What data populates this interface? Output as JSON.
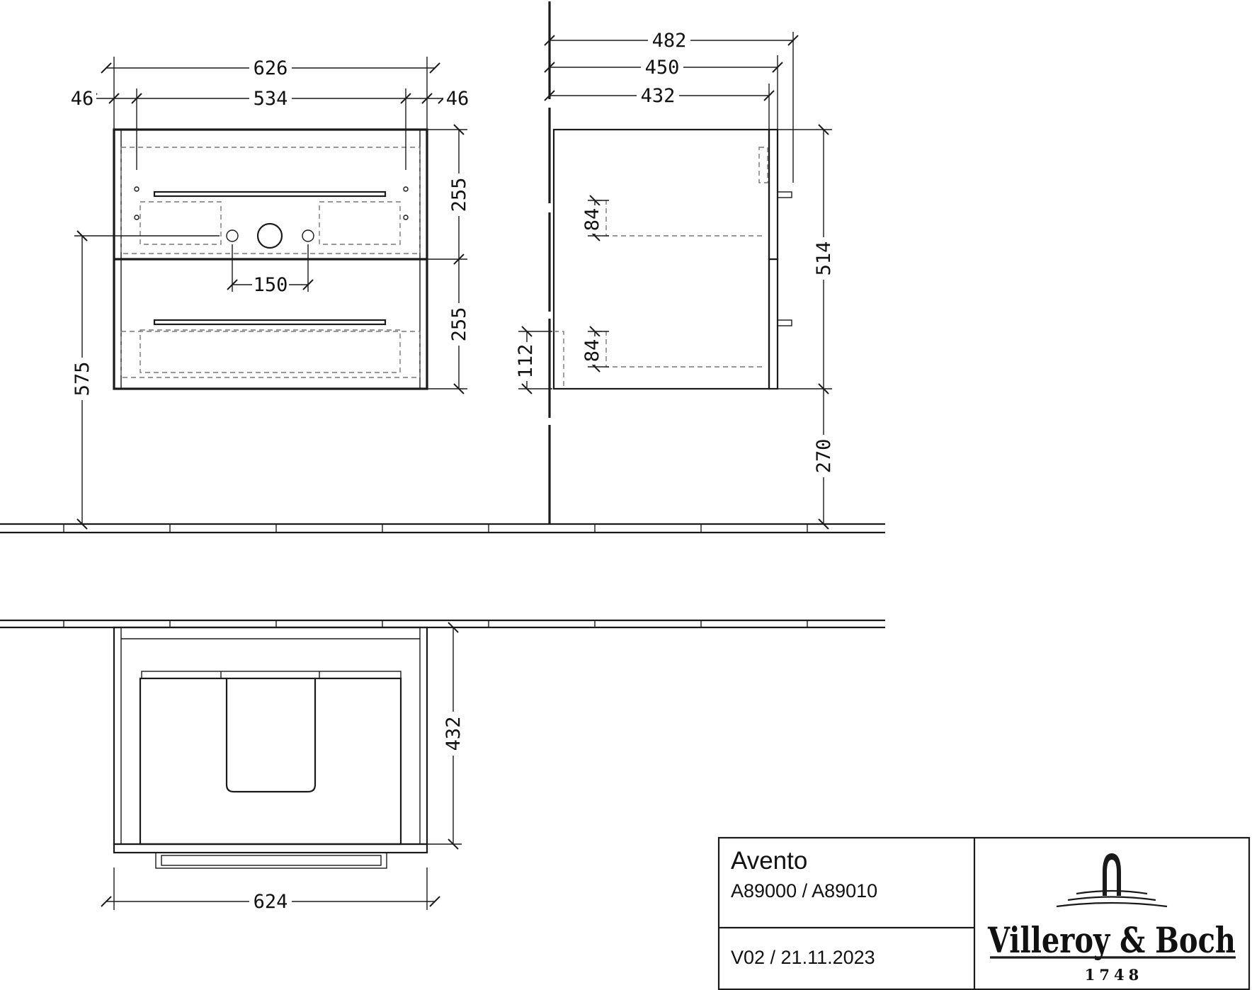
{
  "dimensions": {
    "front": {
      "overall_width": "626",
      "side_left": "46",
      "inner_width": "534",
      "side_right": "46",
      "drawer_top_height": "255",
      "drawer_bottom_height": "255",
      "siphon_spacing": "150",
      "height_from_floor": "575"
    },
    "side": {
      "depth_total": "482",
      "depth_front": "450",
      "depth_body": "432",
      "cutout_upper": "84",
      "cutout_lower": "84",
      "plinth_gap": "112",
      "body_height": "514",
      "floor_clearance": "270"
    },
    "top": {
      "depth": "432",
      "width": "624"
    }
  },
  "title_block": {
    "product_name": "Avento",
    "article_numbers": "A89000 / A89010",
    "version": "V02 / 21.11.2023",
    "brand": "Villeroy & Boch",
    "brand_year": "1748"
  }
}
